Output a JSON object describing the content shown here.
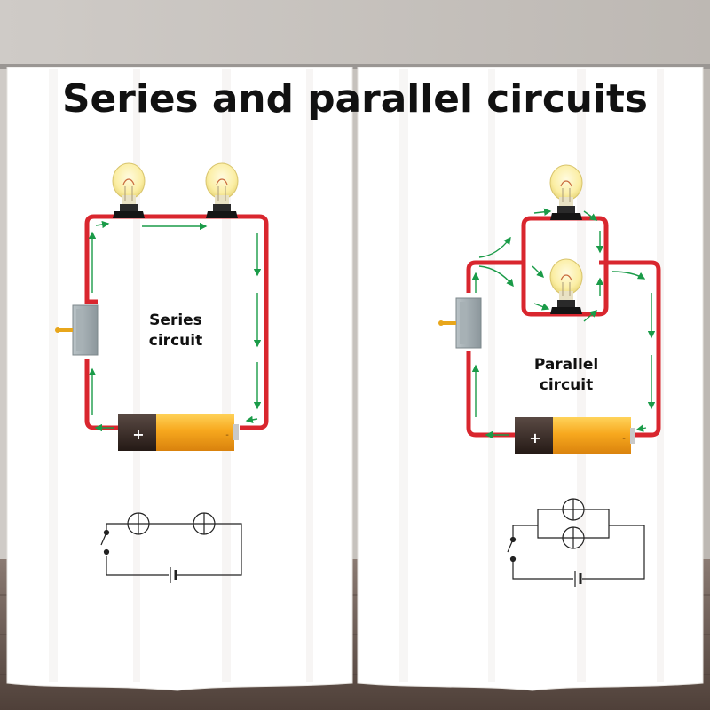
{
  "title": "Series and parallel circuits",
  "series": {
    "label_line1": "Series",
    "label_line2": "circuit"
  },
  "parallel": {
    "label_line1": "Parallel",
    "label_line2": "circuit"
  },
  "battery": {
    "plus": "+",
    "minus": "-"
  },
  "colors": {
    "wire": "#d9262e",
    "arrow": "#1a9b48",
    "battery_body": "#f5a21b",
    "battery_cap": "#3a2b26",
    "curtain": "#ffffff",
    "floor": "#6b5a52",
    "wall": "#c9c5c1"
  },
  "icons": {
    "bulb": "light-bulb-icon",
    "switch": "switch-icon",
    "battery": "battery-icon",
    "lamp_symbol": "lamp-symbol-icon",
    "cell_symbol": "cell-symbol-icon"
  }
}
